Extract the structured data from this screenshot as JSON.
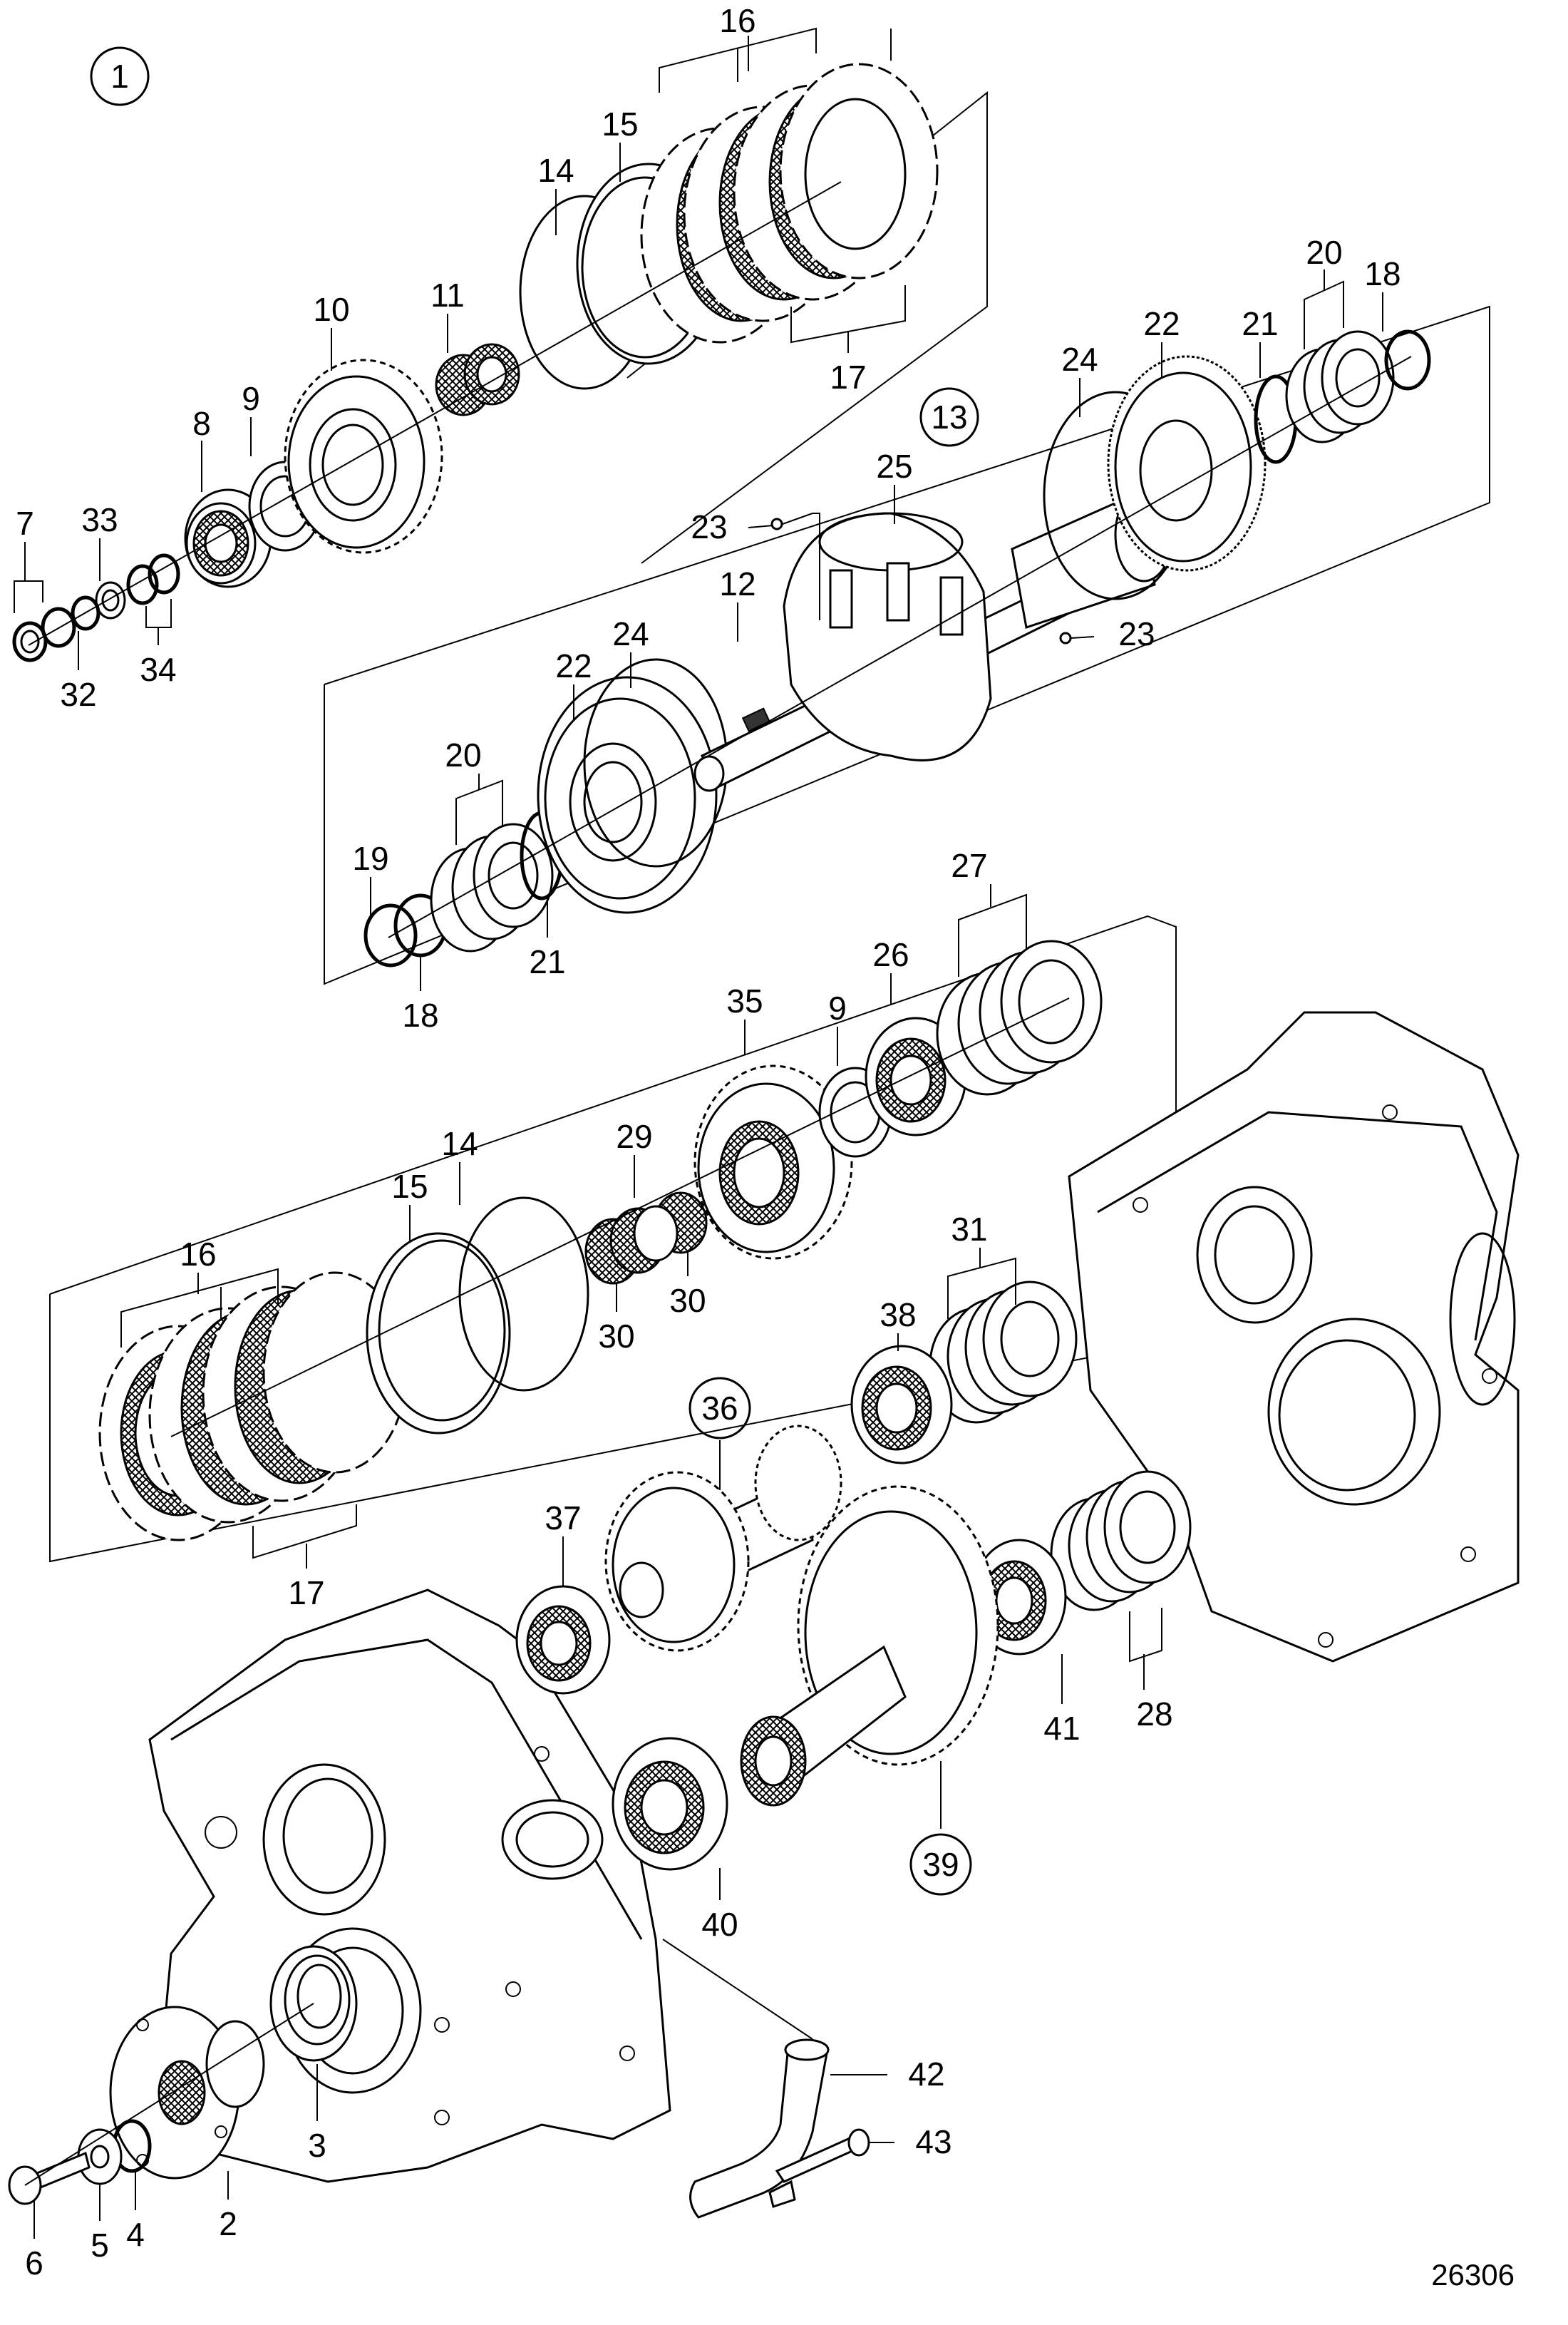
{
  "drawing_number": "26306",
  "callout_circles": {
    "c1": "1",
    "c13": "13",
    "c36": "36",
    "c39": "39"
  },
  "labels": {
    "l16a": "16",
    "l15a": "15",
    "l14a": "14",
    "l11": "11",
    "l10": "10",
    "l9a": "9",
    "l8": "8",
    "l7": "7",
    "l33": "33",
    "l32": "32",
    "l34": "34",
    "l17a": "17",
    "l20a": "20",
    "l18a": "18",
    "l21a": "21",
    "l22a": "22",
    "l24a": "24",
    "l25": "25",
    "l23a": "23",
    "l23b": "23",
    "l12": "12",
    "l22b": "22",
    "l24b": "24",
    "l20b": "20",
    "l19": "19",
    "l21b": "21",
    "l18b": "18",
    "l27": "27",
    "l26": "26",
    "l9b": "9",
    "l35": "35",
    "l14b": "14",
    "l15b": "15",
    "l29": "29",
    "l30a": "30",
    "l30b": "30",
    "l16b": "16",
    "l31": "31",
    "l38": "38",
    "l37": "37",
    "l17b": "17",
    "l41": "41",
    "l28": "28",
    "l40": "40",
    "l42": "42",
    "l43": "43",
    "l3": "3",
    "l2": "2",
    "l4": "4",
    "l5": "5",
    "l6": "6"
  }
}
